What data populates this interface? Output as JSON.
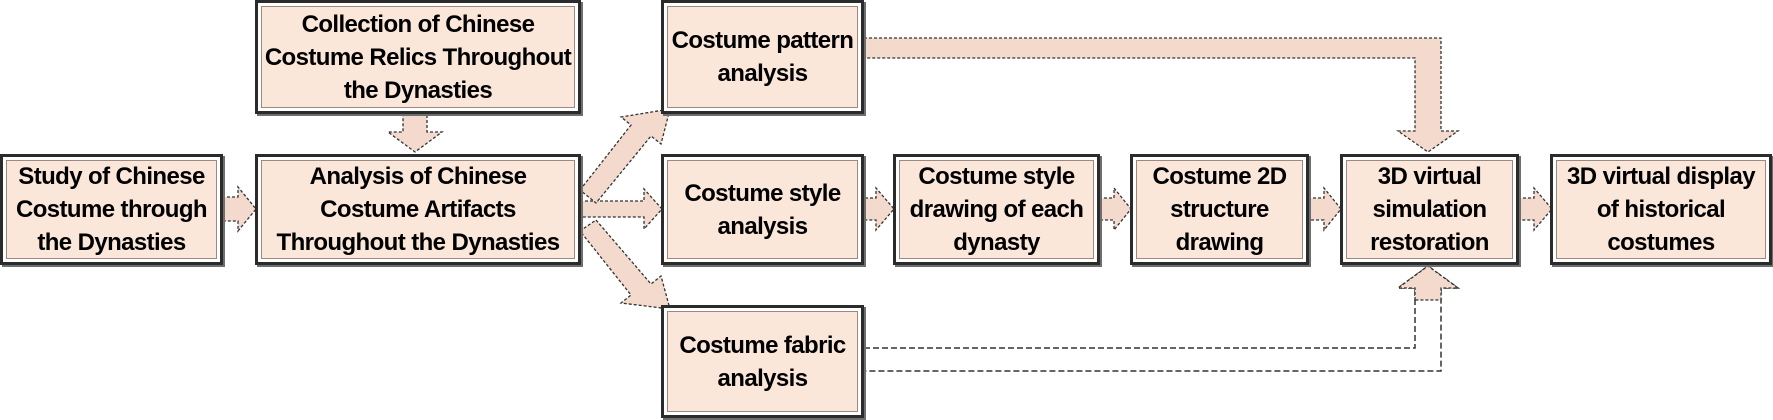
{
  "nodes": {
    "study": "Study of Chinese\nCostume through\nthe Dynasties",
    "collection": "Collection of Chinese\nCostume Relics Throughout\nthe Dynasties",
    "analysis_artifacts": "Analysis of Chinese\nCostume Artifacts\nThroughout the Dynasties",
    "pattern": "Costume pattern\nanalysis",
    "style": "Costume style\nanalysis",
    "fabric": "Costume fabric\nanalysis",
    "style_drawing": "Costume style\ndrawing of each\ndynasty",
    "structure_2d": "Costume 2D\nstructure\ndrawing",
    "virtual_sim": "3D virtual\nsimulation\nrestoration",
    "virtual_display": "3D virtual display\nof historical\ncostumes"
  },
  "colors": {
    "box_fill": "#fbe6da",
    "box_border": "#2b2b2b",
    "arrow_fill": "#f3dacd",
    "arrow_stroke": "#333333"
  }
}
